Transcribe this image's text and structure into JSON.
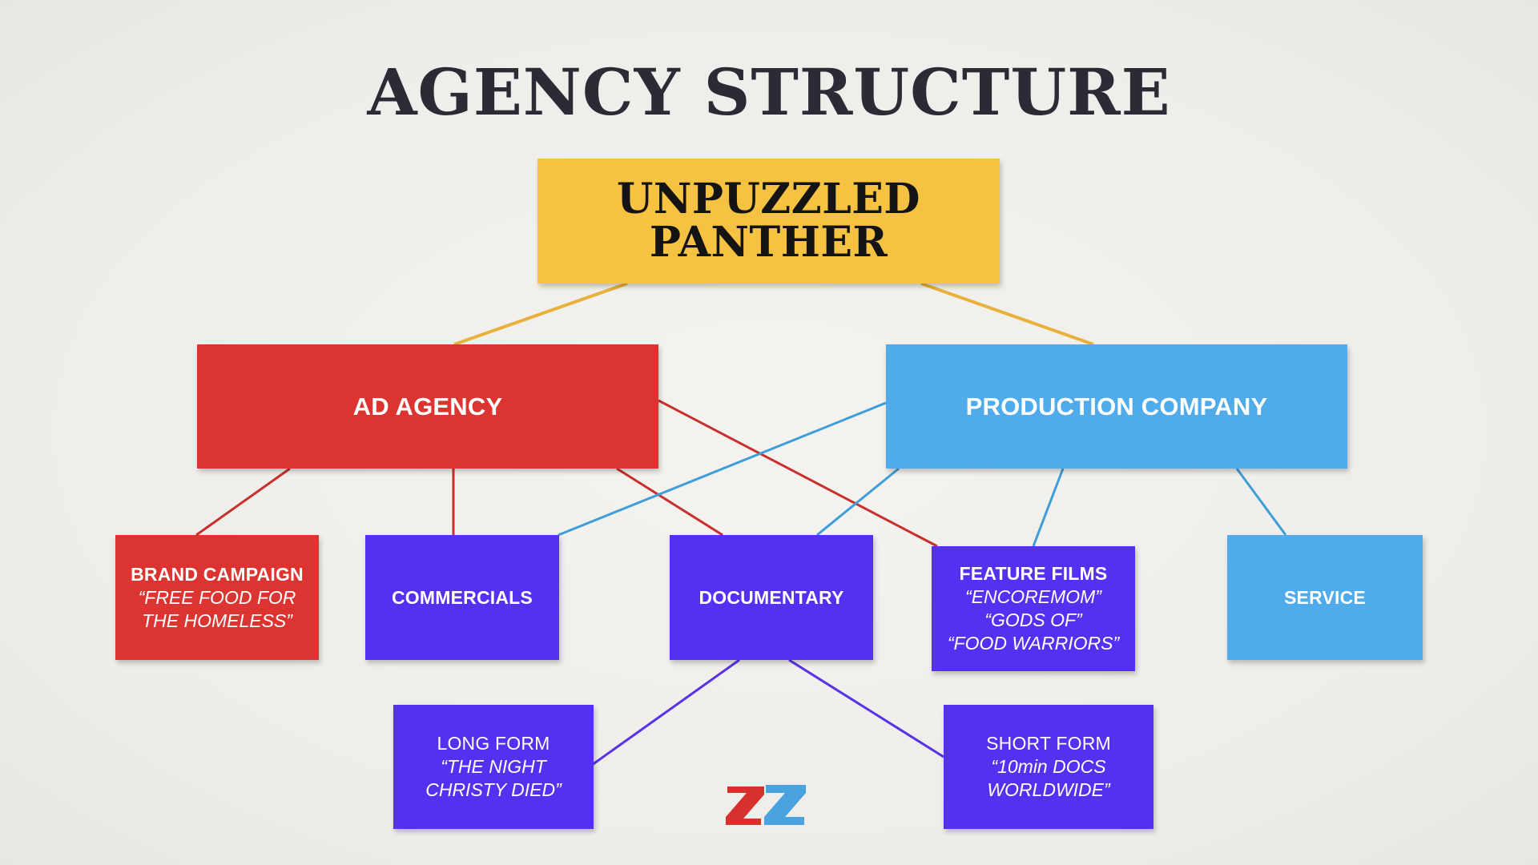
{
  "title": "AGENCY STRUCTURE",
  "colors": {
    "yellow": "#f5c242",
    "red": "#dc3430",
    "light_blue": "#4fabea",
    "purple": "#5630f0",
    "yellow_line": "#e8b13c",
    "red_line": "#c8302d",
    "blue_line": "#3d9ed8",
    "purple_line": "#5a32e6"
  },
  "nodes": {
    "root": {
      "lines": [
        "UNPUZZLED",
        "PANTHER"
      ]
    },
    "ad_agency": {
      "label": "AD AGENCY"
    },
    "production_company": {
      "label": "PRODUCTION COMPANY"
    },
    "brand_campaign": {
      "label": "BRAND CAMPAIGN",
      "sub": [
        "“FREE FOOD FOR",
        "THE HOMELESS”"
      ]
    },
    "commercials": {
      "label": "COMMERCIALS"
    },
    "documentary": {
      "label": "DOCUMENTARY"
    },
    "feature_films": {
      "label": "FEATURE FILMS",
      "sub": [
        "“ENCOREMOM”",
        "“GODS OF”",
        "“FOOD WARRIORS”"
      ]
    },
    "service": {
      "label": "SERVICE"
    },
    "long_form": {
      "label": "LONG FORM",
      "sub": [
        "“THE NIGHT",
        "CHRISTY DIED”"
      ]
    },
    "short_form": {
      "label": "SHORT FORM",
      "sub": [
        "“10min DOCS",
        "WORLDWIDE”"
      ]
    }
  },
  "edges": [
    {
      "from": "root",
      "to": "ad_agency",
      "color": "yellow_line"
    },
    {
      "from": "root",
      "to": "production_company",
      "color": "yellow_line"
    },
    {
      "from": "ad_agency",
      "to": "brand_campaign",
      "color": "red_line"
    },
    {
      "from": "ad_agency",
      "to": "commercials",
      "color": "red_line"
    },
    {
      "from": "ad_agency",
      "to": "documentary",
      "color": "red_line"
    },
    {
      "from": "ad_agency",
      "to": "feature_films",
      "color": "red_line"
    },
    {
      "from": "production_company",
      "to": "commercials",
      "color": "blue_line"
    },
    {
      "from": "production_company",
      "to": "documentary",
      "color": "blue_line"
    },
    {
      "from": "production_company",
      "to": "feature_films",
      "color": "blue_line"
    },
    {
      "from": "production_company",
      "to": "service",
      "color": "blue_line"
    },
    {
      "from": "documentary",
      "to": "long_form",
      "color": "purple_line"
    },
    {
      "from": "documentary",
      "to": "short_form",
      "color": "purple_line"
    }
  ],
  "logo": {
    "icon": "zz-logo-icon",
    "colors": [
      "#d8302c",
      "#3c9bdc"
    ]
  }
}
